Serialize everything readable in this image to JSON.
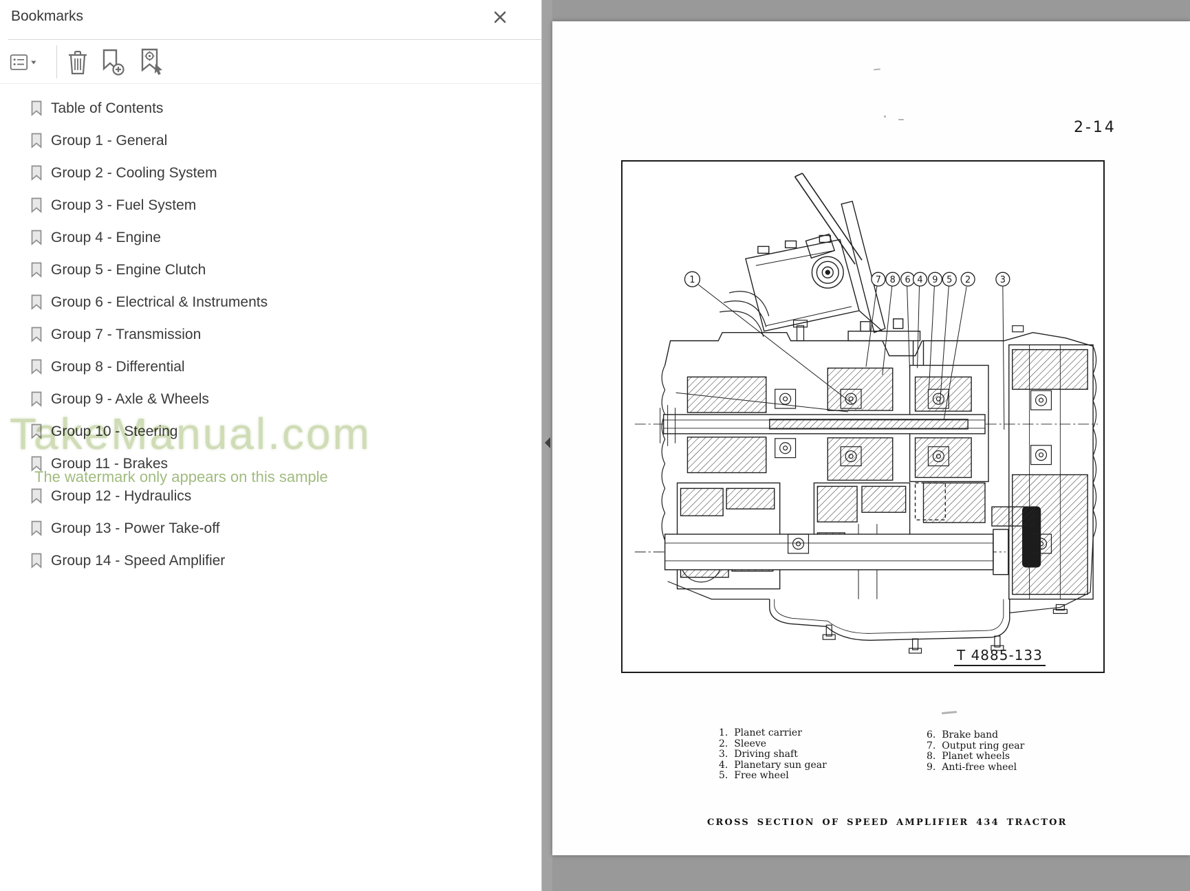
{
  "panel": {
    "title": "Bookmarks",
    "items": [
      {
        "label": "Table of Contents"
      },
      {
        "label": "Group 1 - General"
      },
      {
        "label": "Group 2 - Cooling System"
      },
      {
        "label": "Group 3 - Fuel System"
      },
      {
        "label": "Group 4 - Engine"
      },
      {
        "label": "Group 5 - Engine Clutch"
      },
      {
        "label": "Group 6 - Electrical & Instruments"
      },
      {
        "label": "Group 7 - Transmission"
      },
      {
        "label": "Group 8 - Differential"
      },
      {
        "label": "Group 9 - Axle & Wheels"
      },
      {
        "label": "Group 10 - Steering"
      },
      {
        "label": "Group 11 - Brakes"
      },
      {
        "label": "Group 12 - Hydraulics"
      },
      {
        "label": "Group 13 - Power Take-off"
      },
      {
        "label": "Group 14 - Speed Amplifier"
      }
    ],
    "icons": {
      "options": "bookmark-options-menu",
      "trash": "delete-bookmark",
      "new": "new-bookmark",
      "target": "go-to-current-bookmark",
      "close": "close-panel",
      "collapse": "collapse-panel"
    }
  },
  "watermark": {
    "text": "TakeManual.com",
    "note": "The watermark only appears on this sample",
    "color": "#c3d3a4",
    "note_color": "#98b573"
  },
  "doc": {
    "page_number": "2-14",
    "figure_ref": "T 4885-133",
    "caption": "CROSS SECTION OF SPEED AMPLIFIER 434 TRACTOR",
    "callouts": [
      "1",
      "7",
      "8",
      "6",
      "4",
      "9",
      "5",
      "2",
      "3"
    ],
    "legend": {
      "col1": [
        "1.  Planet carrier",
        "2.  Sleeve",
        "3.  Driving shaft",
        "4.  Planetary sun gear",
        "5.  Free wheel"
      ],
      "col2": [
        "6.  Brake band",
        "7.  Output ring gear",
        "8.  Planet wheels",
        "9.  Anti-free wheel"
      ]
    }
  },
  "colors": {
    "viewer_background": "#999999",
    "ink": "#1c1c1c",
    "panel_text": "#3a3a3a"
  }
}
